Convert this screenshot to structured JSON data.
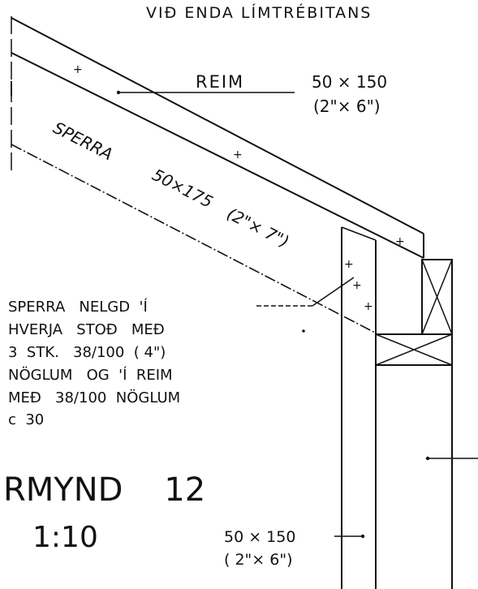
{
  "header_text": "VIÐ ENDA LÍMTRÉBITANS",
  "reim": {
    "label": "REIM",
    "size": "50 × 150",
    "size_imperial": "(2\"× 6\")"
  },
  "sperra": {
    "label": "SPERRA",
    "size": "50×175",
    "size_imperial": "(2\"× 7\")"
  },
  "note_lines": [
    "SPERRA   NELGD  'Í",
    "HVERJA   STOÐ   MEÐ",
    "3  STK.   38/100  ( 4\")",
    "NÖGLUM   OG  'Í  REIM",
    "MEÐ   38/100  NÖGLUM",
    "c  30"
  ],
  "figure_title": "RMYND    12",
  "scale": "1:10",
  "post": {
    "size": "50 × 150",
    "size_imperial": "( 2\"× 6\")"
  },
  "colors": {
    "ink": "#111111",
    "paper": "#ffffff"
  }
}
